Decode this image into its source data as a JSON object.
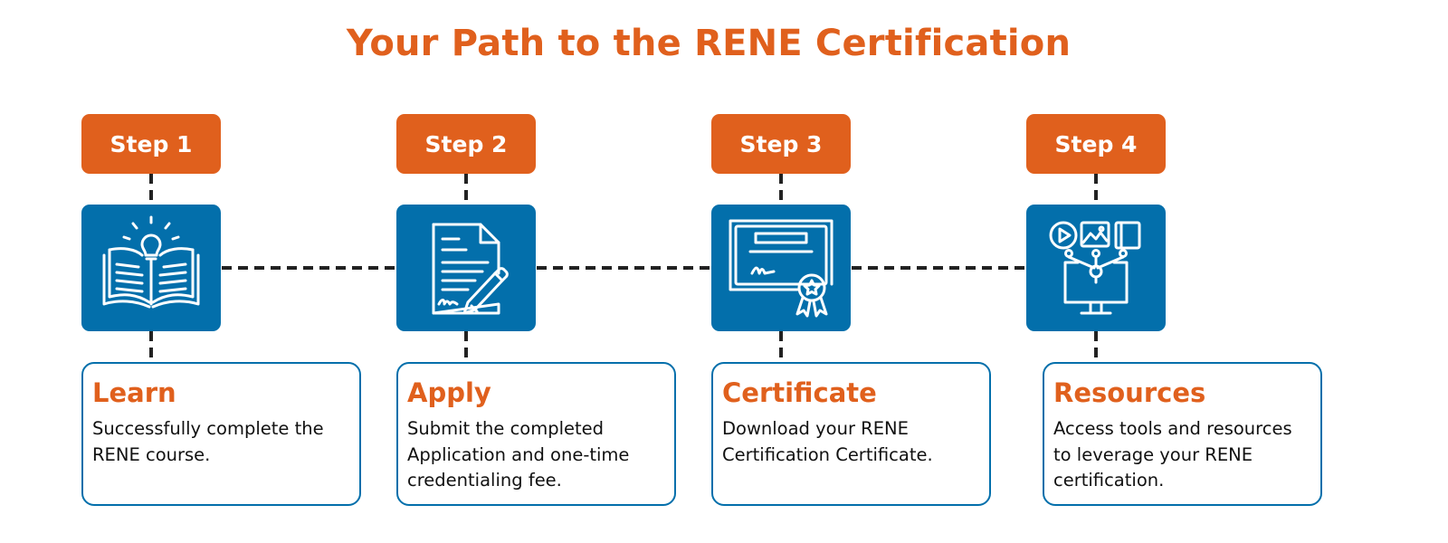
{
  "title": "Your Path to the RENE Certification",
  "steps": [
    {
      "badge": "Step 1",
      "icon": "open-book-lightbulb-icon",
      "heading": "Learn",
      "text": "Successfully complete the RENE course."
    },
    {
      "badge": "Step 2",
      "icon": "document-pen-signature-icon",
      "heading": "Apply",
      "text": "Submit the completed Application and one-time credentialing fee."
    },
    {
      "badge": "Step 3",
      "icon": "certificate-ribbon-icon",
      "heading": "Certificate",
      "text": "Download your RENE Certification Certificate."
    },
    {
      "badge": "Step 4",
      "icon": "media-monitor-network-icon",
      "heading": "Resources",
      "text": "Access tools and resources to leverage your RENE certification."
    }
  ],
  "colors": {
    "accent_orange": "#e0601d",
    "accent_blue": "#036fab",
    "connector": "#222222"
  }
}
